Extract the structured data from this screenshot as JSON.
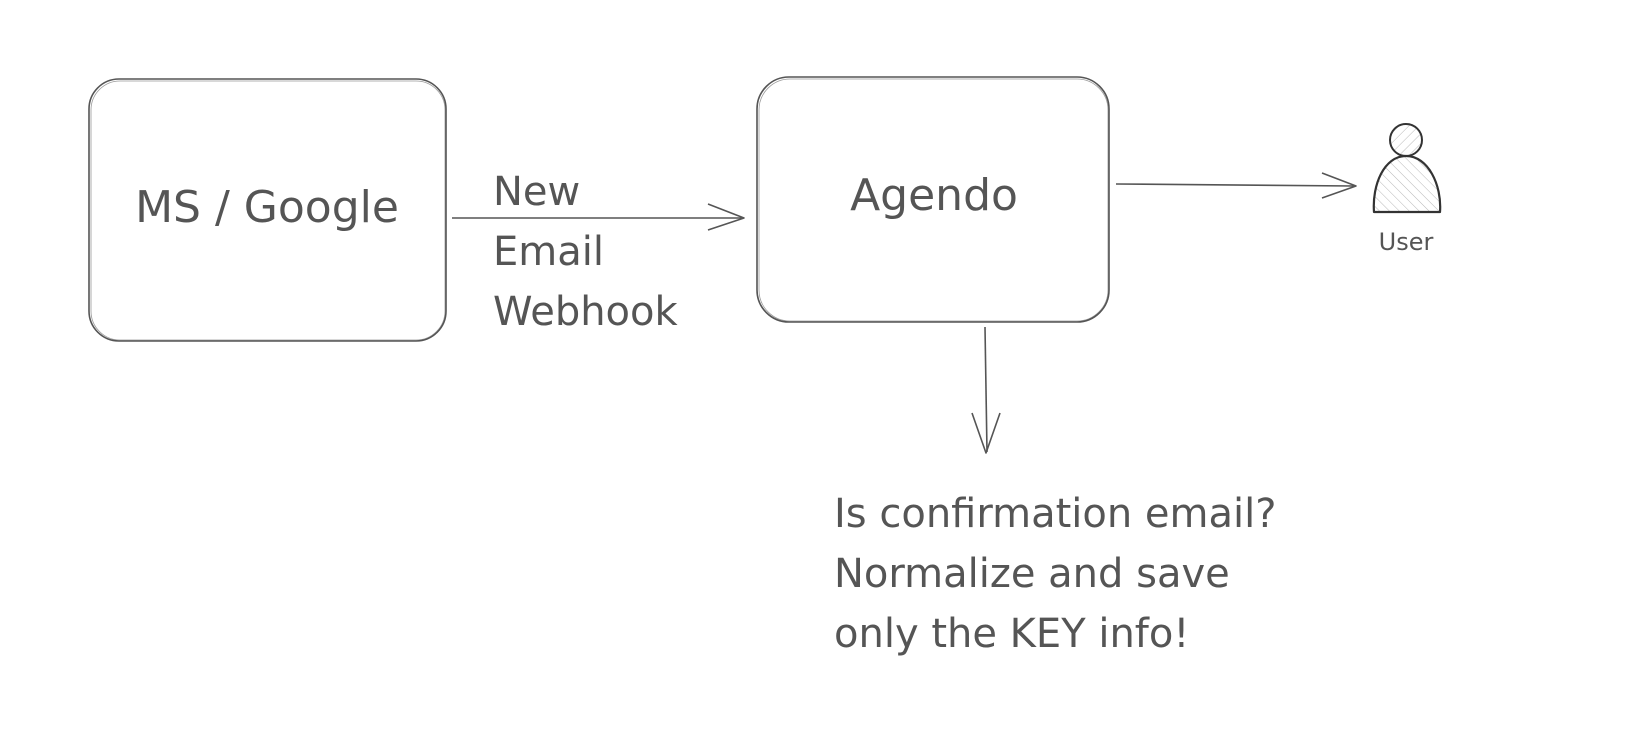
{
  "nodes": {
    "source": {
      "label": "MS / Google"
    },
    "app": {
      "label": "Agendo"
    },
    "user": {
      "label": "User"
    }
  },
  "edges": {
    "webhook": {
      "lines": [
        "New",
        "Email",
        "Webhook"
      ]
    }
  },
  "note": {
    "lines": [
      "Is confirmation email?",
      "Normalize and save",
      "only the KEY info!"
    ]
  },
  "colors": {
    "stroke": "#555555",
    "actor_fill": "#e6e6e6"
  }
}
